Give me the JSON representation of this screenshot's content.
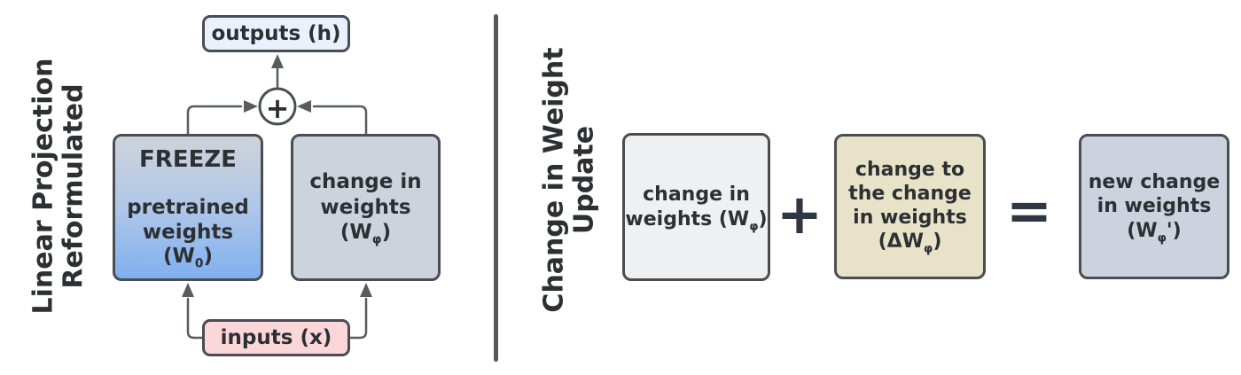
{
  "colors": {
    "box_border": "#4a4d52",
    "connector": "#585b60",
    "operator": "#2f3644",
    "text": "#2d3033",
    "divider": "#55575a",
    "outputs_fill": "#e9f1fc",
    "inputs_fill": "#fbd7d9",
    "freeze_fill_top": "#ced3da",
    "freeze_fill_bottom": "#7fb0f0",
    "change_fill": "#ccd3dc",
    "right_box1_fill": "#eff0f2",
    "right_box2_fill": "#e8e3c8",
    "right_box3_fill": "#ccd3de"
  },
  "left_panel": {
    "title_line1": "Linear Projection",
    "title_line2": "Reformulated",
    "outputs_label": "outputs (h)",
    "sum_symbol": "+",
    "freeze_title": "FREEZE",
    "freeze_line1": "pretrained",
    "freeze_line2_pre": "weights (W",
    "freeze_line2_sub": "0",
    "freeze_line2_post": ")",
    "change_line1": "change in",
    "change_line2_pre": "weights (W",
    "change_line2_sub": "φ",
    "change_line2_post": ")",
    "inputs_label": "inputs (x)"
  },
  "right_panel": {
    "title_line1": "Change in Weight",
    "title_line2": "Update",
    "box1_line1": "change in",
    "box1_line2_pre": "weights (W",
    "box1_line2_sub": "φ",
    "box1_line2_post": ")",
    "plus_symbol": "+",
    "box2_line1": "change to",
    "box2_line2": "the change",
    "box2_line3": "in weights",
    "box2_line4_pre": "(ΔW",
    "box2_line4_sub": "φ",
    "box2_line4_post": ")",
    "equals_symbol": "=",
    "box3_line1": "new change",
    "box3_line2": "in weights",
    "box3_line3_pre": "(W",
    "box3_line3_sub": "φ",
    "box3_line3_post": "')"
  }
}
